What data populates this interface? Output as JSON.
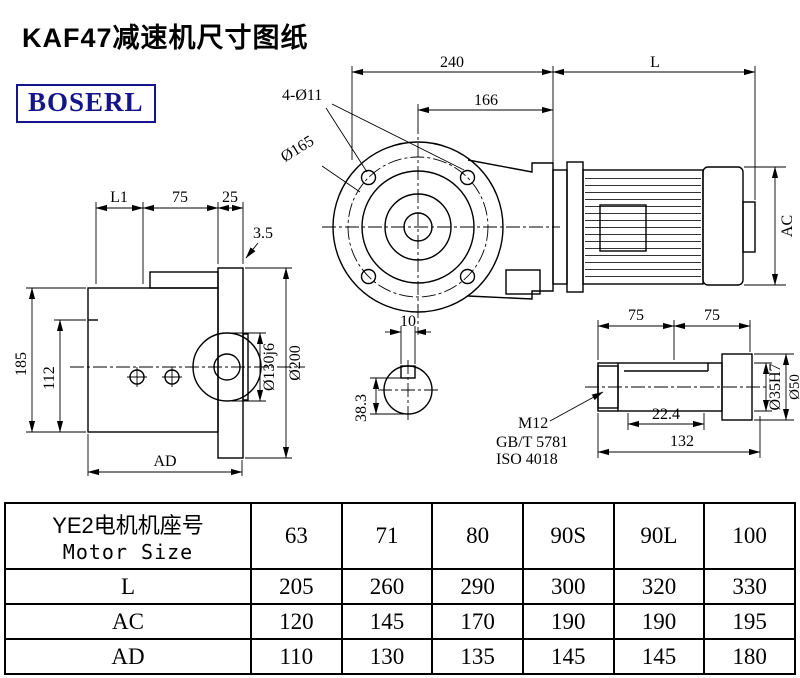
{
  "title": "KAF47减速机尺寸图纸",
  "logo": {
    "text": "BOSERL",
    "color": "#14148c"
  },
  "drawing": {
    "front": {
      "width_240": "240",
      "length_L": "L",
      "holes": "4-Ø11",
      "width_166": "166",
      "bolt_circle": "Ø165",
      "height_AC": "AC"
    },
    "side": {
      "L1": "L1",
      "w75": "75",
      "w25": "25",
      "t3_5": "3.5",
      "h185": "185",
      "h112": "112",
      "d130": "Ø130j6",
      "d200": "Ø200",
      "AD": "AD"
    },
    "shaft_end": {
      "key_width": "10",
      "depth": "38.3"
    },
    "shaft": {
      "w75a": "75",
      "w75b": "75",
      "thread": "M12",
      "std1": "GB/T 5781",
      "std2": "ISO 4018",
      "w22_4": "22.4",
      "w132": "132",
      "d35": "Ø35H7",
      "d50": "Ø50"
    }
  },
  "table": {
    "header": {
      "line1": "YE2电机机座号",
      "line2": "Motor Size",
      "sizes": [
        "63",
        "71",
        "80",
        "90S",
        "90L",
        "100"
      ]
    },
    "rows": [
      {
        "label": "L",
        "values": [
          "205",
          "260",
          "290",
          "300",
          "320",
          "330"
        ]
      },
      {
        "label": "AC",
        "values": [
          "120",
          "145",
          "170",
          "190",
          "190",
          "195"
        ]
      },
      {
        "label": "AD",
        "values": [
          "110",
          "130",
          "135",
          "145",
          "145",
          "180"
        ]
      }
    ]
  }
}
